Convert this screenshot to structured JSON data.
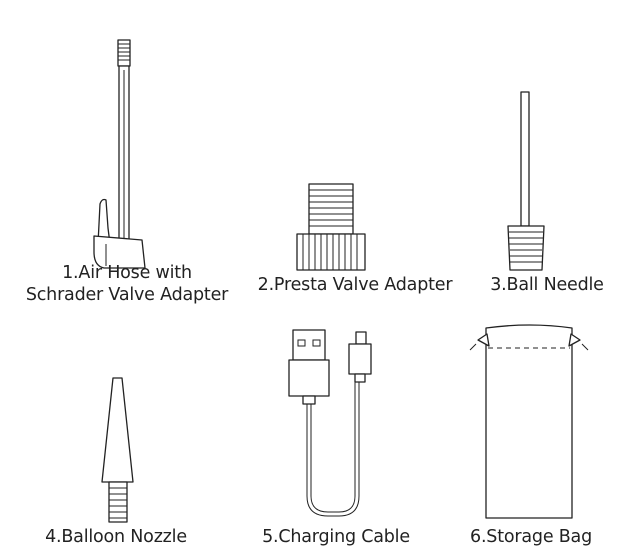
{
  "items": [
    {
      "lines": [
        "1.Air Hose with",
        "Schrader Valve Adapter"
      ],
      "icon": "air-hose-icon"
    },
    {
      "lines": [
        "2.Presta Valve Adapter"
      ],
      "icon": "presta-valve-adapter-icon"
    },
    {
      "lines": [
        "3.Ball Needle"
      ],
      "icon": "ball-needle-icon"
    },
    {
      "lines": [
        "4.Balloon Nozzle"
      ],
      "icon": "balloon-nozzle-icon"
    },
    {
      "lines": [
        "5.Charging Cable"
      ],
      "icon": "charging-cable-icon"
    },
    {
      "lines": [
        "6.Storage Bag"
      ],
      "icon": "storage-bag-icon"
    }
  ]
}
